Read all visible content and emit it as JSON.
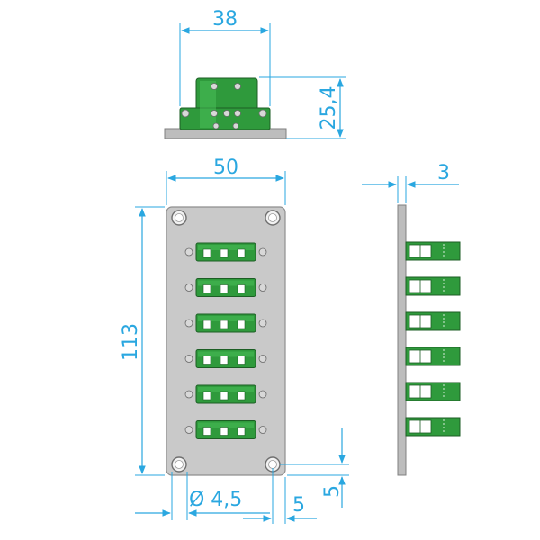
{
  "top_view": {
    "width_label": "38",
    "height_label": "25,4"
  },
  "front_view": {
    "width_label": "50",
    "height_label": "113",
    "hole_diameter_label": "Ø 4,5",
    "hole_offset_x_label": "5",
    "hole_offset_y_label": "5",
    "connector_count": 6
  },
  "side_view": {
    "thickness_label": "3",
    "connector_count": 6
  },
  "colors": {
    "dimension": "#2aa7e0",
    "plate": "#c9c9c9",
    "connector": "#2f9a3c"
  }
}
